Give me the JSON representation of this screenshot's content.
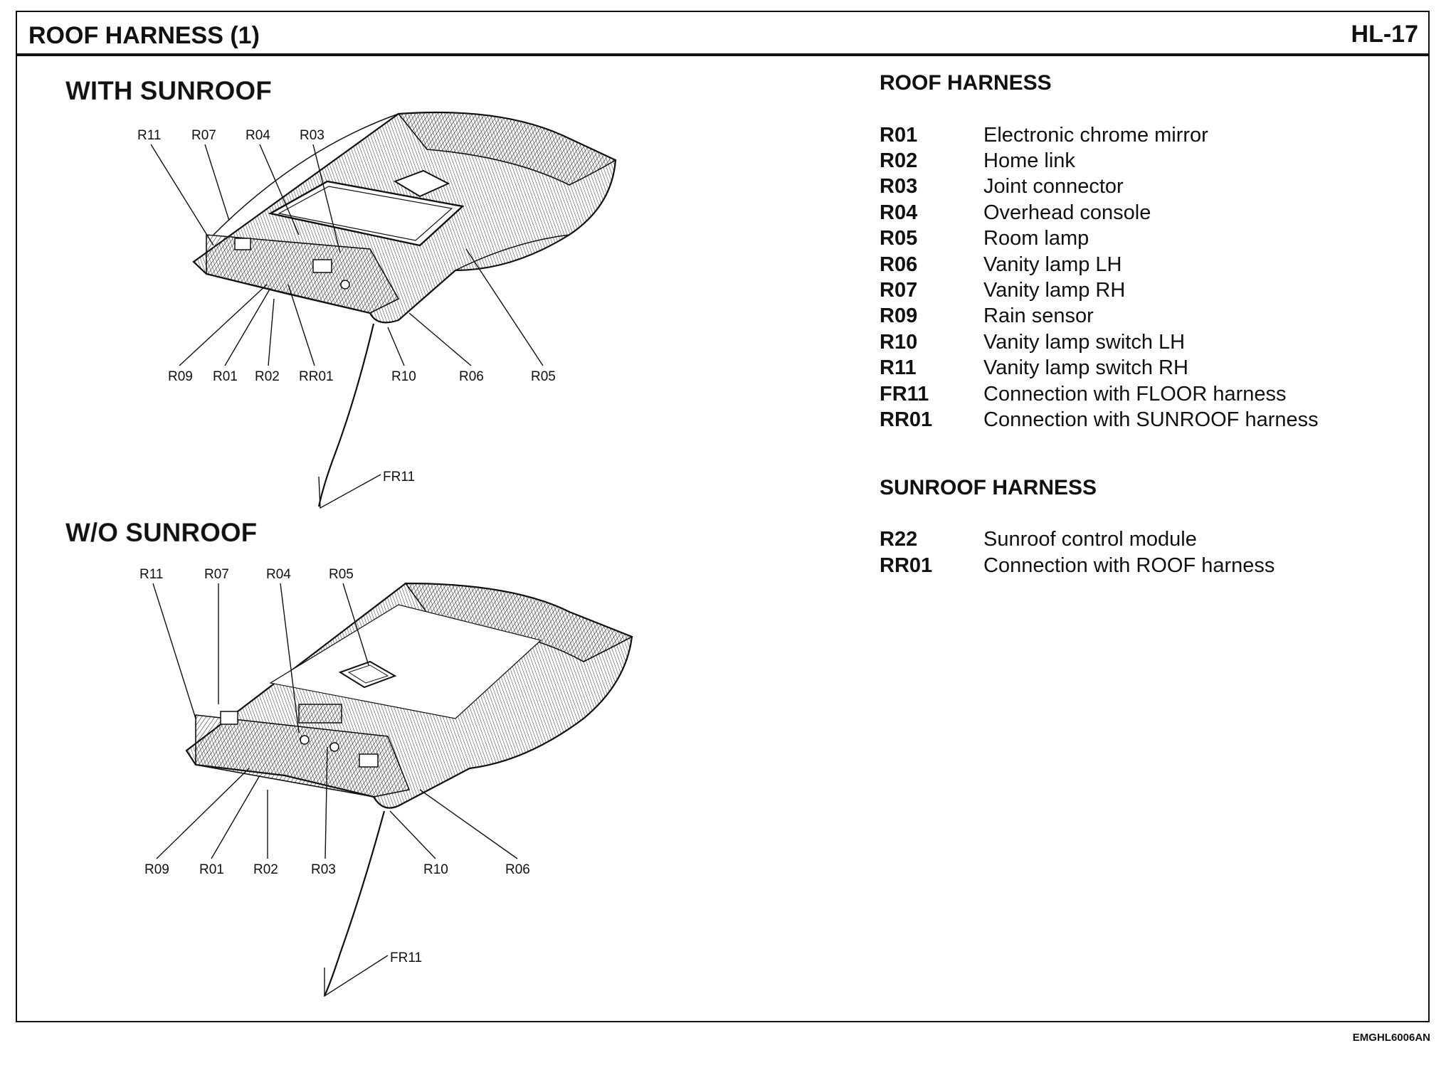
{
  "header": {
    "title": "ROOF HARNESS (1)",
    "page": "HL-17"
  },
  "diagram_top": {
    "heading": "WITH SUNROOF",
    "callouts": [
      "R11",
      "R07",
      "R04",
      "R03",
      "R09",
      "R01",
      "R02",
      "RR01",
      "R10",
      "R06",
      "R05",
      "FR11"
    ]
  },
  "diagram_bottom": {
    "heading": "W/O SUNROOF",
    "callouts": [
      "R11",
      "R07",
      "R04",
      "R05",
      "R09",
      "R01",
      "R02",
      "R03",
      "R10",
      "R06",
      "FR11"
    ]
  },
  "roof_harness": {
    "title": "ROOF HARNESS",
    "items": [
      {
        "code": "R01",
        "desc": "Electronic chrome mirror"
      },
      {
        "code": "R02",
        "desc": "Home link"
      },
      {
        "code": "R03",
        "desc": "Joint connector"
      },
      {
        "code": "R04",
        "desc": "Overhead console"
      },
      {
        "code": "R05",
        "desc": "Room lamp"
      },
      {
        "code": "R06",
        "desc": "Vanity lamp LH"
      },
      {
        "code": "R07",
        "desc": "Vanity lamp RH"
      },
      {
        "code": "R09",
        "desc": "Rain sensor"
      },
      {
        "code": "R10",
        "desc": "Vanity lamp switch LH"
      },
      {
        "code": "R11",
        "desc": "Vanity lamp switch RH"
      },
      {
        "code": "FR11",
        "desc": "Connection with FLOOR harness"
      },
      {
        "code": "RR01",
        "desc": "Connection with SUNROOF harness"
      }
    ]
  },
  "sunroof_harness": {
    "title": "SUNROOF HARNESS",
    "items": [
      {
        "code": "R22",
        "desc": "Sunroof control module"
      },
      {
        "code": "RR01",
        "desc": "Connection with ROOF harness"
      }
    ]
  },
  "footer": {
    "code": "EMGHL6006AN"
  }
}
